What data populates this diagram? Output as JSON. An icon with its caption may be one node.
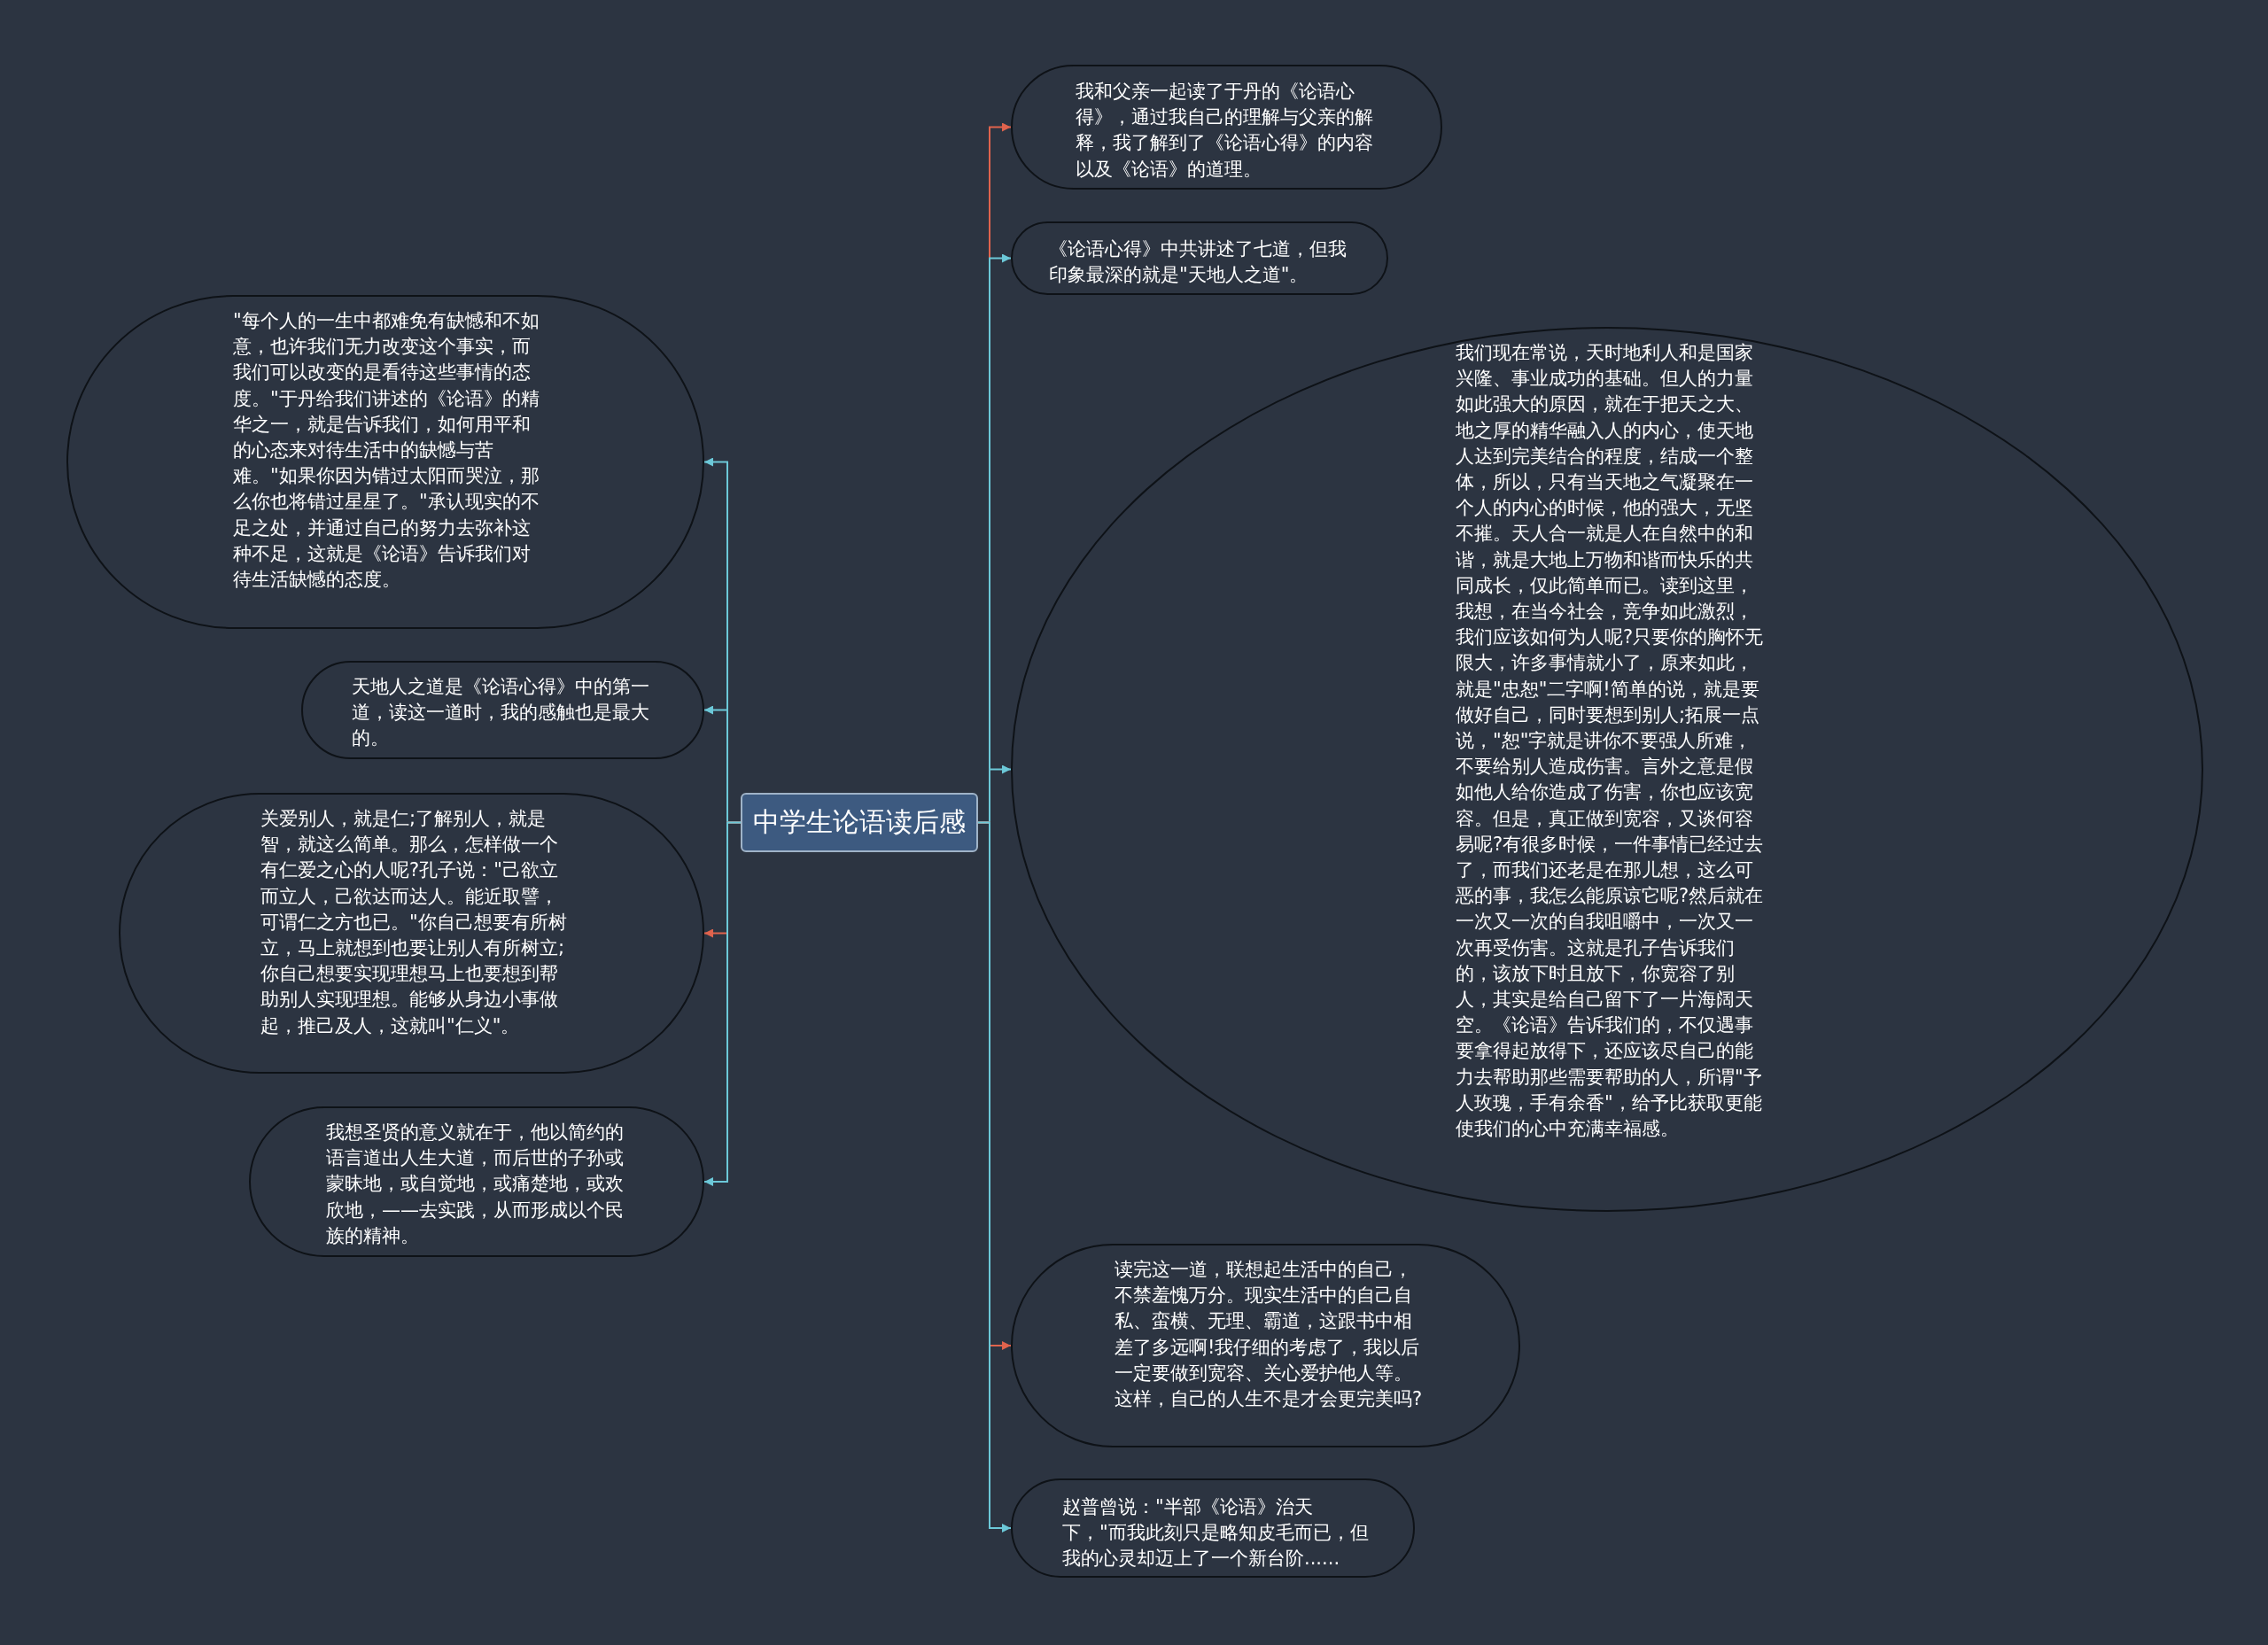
{
  "diagram": {
    "nodes": [
      {
        "text": [
          "中学生论语读后感"
        ]
      },
      {
        "text": [
          "我和父亲一起读了于丹的《论语心得》，通过我自己的理解与父亲的解释，我了解到了《论语心得》的内容以及《论语》的道理。"
        ]
      },
      {
        "text": [
          "《论语心得》中共讲述了七道，但我印象最深的就是\"天地人之道\"。"
        ]
      },
      {
        "text": [
          "我们现在常说，天时地利人和是国家兴隆、事业成功的基础。但人的力量如此强大的原因，就在于把天之大、地之厚的精华融入人的内心，使天地人达到完美结合的程度，结成一个整体，所以，只有当天地之气凝聚在一个人的内心的时候，他的强大，无坚不摧。天人合一就是人在自然中的和谐，就是大地上万物和谐而快乐的共同成长，仅此简单而已。读到这里，我想，在当今社会，竞争如此激烈，我们应该如何为人呢?只要你的胸怀无限大，许多事情就小了，原来如此，就是\"忠恕\"二字啊!简单的说，就是要做好自己，同时要想到别人;拓展一点说，\"恕\"字就是讲你不要强人所难，不要给别人造成伤害。言外之意是假如他人给你造成了伤害，你也应该宽容。但是，真正做到宽容，又谈何容易呢?有很多时候，一件事情已经过去了，而我们还老是在那儿想，这么可恶的事，我怎么能原谅它呢?然后就在一次又一次的自我咀嚼中，一次又一次再受伤害。这就是孔子告诉我们的，该放下时且放下，你宽容了别人，其实是给自己留下了一片海阔天空。《论语》告诉我们的，不仅遇事要拿得起放得下，还应该尽自己的能力去帮助那些需要帮助的人，所谓\"予人玫瑰，手有余香\"，给予比获取更能使我们的心中充满幸福感。"
        ]
      },
      {
        "text": [
          "读完这一道，联想起生活中的自己，不禁羞愧万分。现实生活中的自己自私、蛮横、无理、霸道，这跟书中相差了多远啊!我仔细的考虑了，我以后一定要做到宽容、关心爱护他人等。这样，自己的人生不是才会更完美吗?"
        ]
      },
      {
        "text": [
          "赵普曾说：\"半部《论语》治天下，\"而我此刻只是略知皮毛而已，但我的心灵却迈上了一个新台阶......"
        ]
      },
      {
        "text": [
          "\"每个人的一生中都难免有缺憾和不如意，也许我们无力改变这个事实，而我们可以改变的是看待这些事情的态度。\"于丹给我们讲述的《论语》的精华之一，就是告诉我们，如何用平和的心态来对待生活中的缺憾与苦难。\"如果你因为错过太阳而哭泣，那么你也将错过星星了。\"承认现实的不足之处，并通过自己的努力去弥补这种不足，这就是《论语》告诉我们对待生活缺憾的态度。"
        ]
      },
      {
        "text": [
          "天地人之道是《论语心得》中的第一道，读这一道时，我的感触也是最大的。"
        ]
      },
      {
        "text": [
          "关爱别人，就是仁;了解别人，就是智，就这么简单。那么，怎样做一个有仁爱之心的人呢?孔子说：\"己欲立而立人，己欲达而达人。能近取譬，可谓仁之方也已。\"你自己想要有所树立，马上就想到也要让别人有所树立;你自己想要实现理想马上也要想到帮助别人实现理想。能够从身边小事做起，推己及人，这就叫\"仁义\"。"
        ]
      },
      {
        "text": [
          "我想圣贤的意义就在于，他以简约的语言道出人生大道，而后世的子孙或蒙昧地，或自觉地，或痛楚地，或欢欣地，——去实践，从而形成以个民族的精神。"
        ]
      }
    ],
    "edges": [
      {
        "from": 0,
        "to": 1,
        "arrow": "to",
        "color": "#e0634d"
      },
      {
        "from": 0,
        "to": 2,
        "arrow": "to"
      },
      {
        "from": 0,
        "to": 3,
        "arrow": "to"
      },
      {
        "from": 0,
        "to": 4,
        "arrow": "to",
        "color": "#e0634d"
      },
      {
        "from": 0,
        "to": 5,
        "arrow": "to"
      },
      {
        "from": 0,
        "to": 6,
        "arrow": "to"
      },
      {
        "from": 0,
        "to": 7,
        "arrow": "to"
      },
      {
        "from": 0,
        "to": 8,
        "arrow": "to",
        "color": "#e0634d"
      },
      {
        "from": 0,
        "to": 9,
        "arrow": "to"
      }
    ]
  }
}
